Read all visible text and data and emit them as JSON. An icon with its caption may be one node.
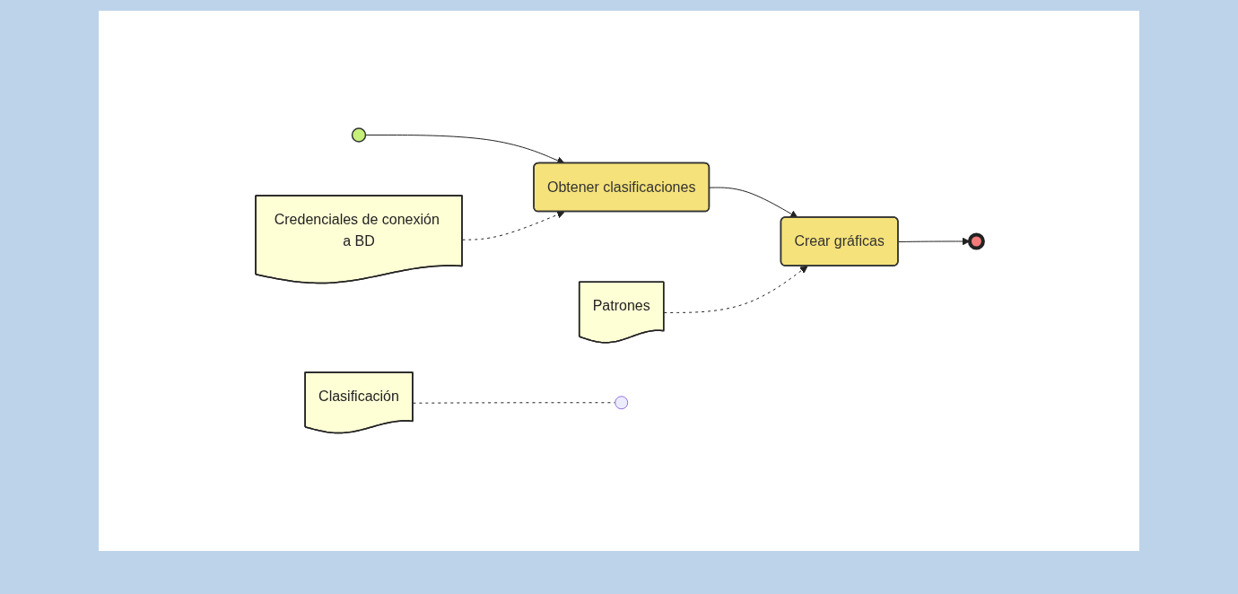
{
  "diagram": {
    "nodes": [
      {
        "text": [],
        "shape": "circle"
      },
      {
        "text": [
          "Obtener clasificaciones"
        ]
      },
      {
        "text": [
          "Crear gráficas"
        ]
      },
      {
        "text": [],
        "shape": "circle"
      },
      {
        "text": [
          "Clasificación"
        ]
      },
      {
        "text": [
          "Credenciales de conexión a BD"
        ]
      },
      {
        "text": [
          "Patrones"
        ]
      }
    ],
    "edges": [
      {
        "from": 0,
        "to": 1,
        "arrow": "to"
      },
      {
        "from": 1,
        "to": 2,
        "arrow": "to"
      },
      {
        "from": 2,
        "to": 3,
        "arrow": "to"
      },
      {
        "from": 4,
        "to": null,
        "arrow": "none",
        "style": "dashed"
      },
      {
        "from": 5,
        "to": 1,
        "arrow": "to",
        "style": "dashed"
      },
      {
        "from": 6,
        "to": 2,
        "arrow": "to",
        "style": "dashed"
      }
    ]
  }
}
